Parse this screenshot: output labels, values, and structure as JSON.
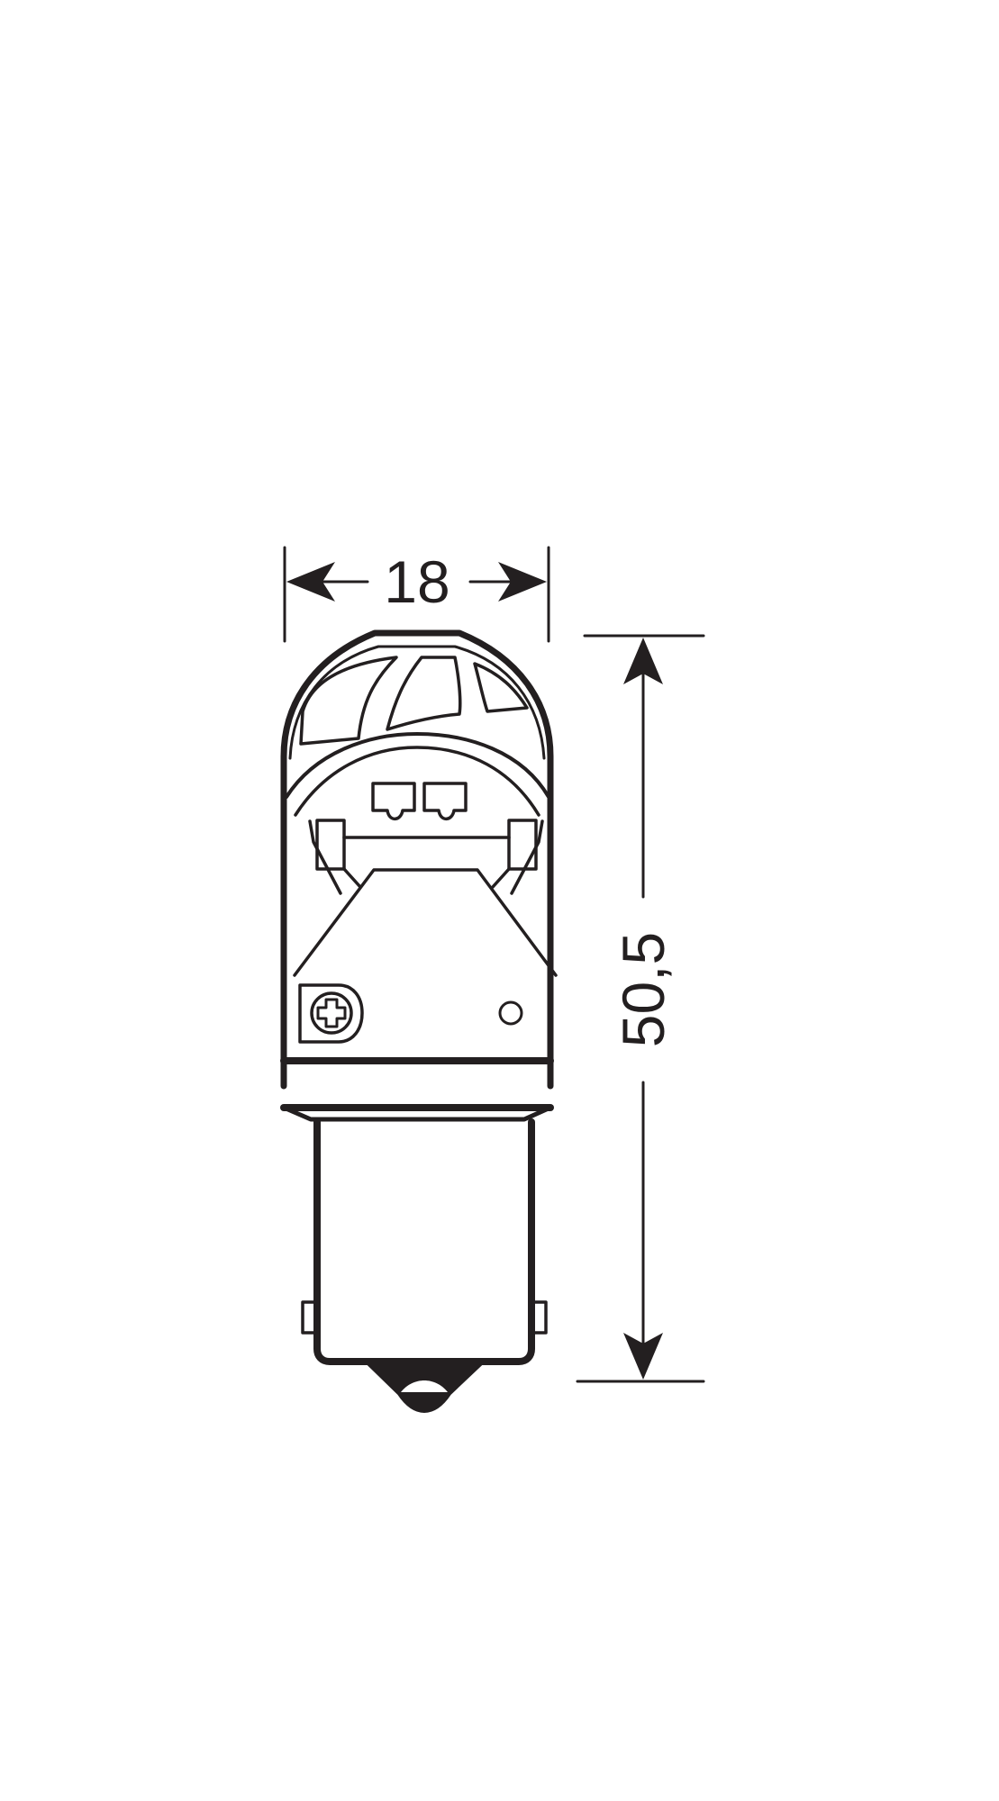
{
  "diagram": {
    "subject": "LED bulb with bayonet base (technical drawing)",
    "colors": {
      "stroke": "#231f20",
      "background": "#ffffff"
    },
    "dimensions": {
      "width": {
        "value": "18",
        "orientation": "horizontal"
      },
      "height": {
        "value": "50,5",
        "orientation": "vertical"
      }
    }
  }
}
